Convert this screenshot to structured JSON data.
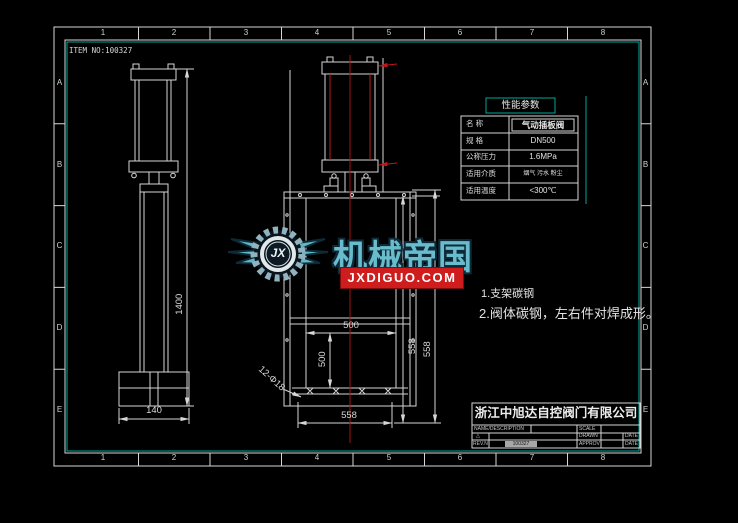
{
  "colors": {
    "background": "#000000",
    "line_white": "#d6d6d6",
    "frame_teal": "#00a79b",
    "centerline_red": "#a31212",
    "watermark_teal": "#69bccb",
    "watermark_red": "#cf1d1d",
    "highlight_gray": "#a8a8a8"
  },
  "sheet": {
    "item_no": "ITEM NO:100327",
    "border": {
      "cols": [
        "1",
        "2",
        "3",
        "4",
        "5",
        "6",
        "7",
        "8"
      ],
      "rows": [
        "A",
        "B",
        "C",
        "D",
        "E"
      ]
    }
  },
  "views": {
    "side": {
      "dim_height": "1400",
      "dim_width": "140"
    },
    "front": {
      "dim_opening_width": "500",
      "dim_opening_height": "500",
      "dim_overall_width": "558",
      "dim_height_1": "558",
      "dim_height_2": "558",
      "dim_bolt_holes": "12-Φ18"
    }
  },
  "spec_table": {
    "title": "性能参数",
    "rows": [
      {
        "label": "名 称",
        "value": "气动插板阀"
      },
      {
        "label": "规 格",
        "value": "DN500"
      },
      {
        "label": "公称压力",
        "value": "1.6MPa"
      },
      {
        "label": "适用介质",
        "value": "烟气 污水 粉尘"
      },
      {
        "label": "适用温度",
        "value": "<300℃"
      }
    ]
  },
  "notes": {
    "line1": "1.支架碳钢",
    "line2": "2.阀体碳钢，左右件对焊成形。"
  },
  "watermark": {
    "brand": "机械帝国",
    "domain": "JXDIGUO.COM",
    "monogram": "JX"
  },
  "title_block": {
    "company": "浙江中旭达自控阀门有限公司",
    "fields": {
      "name_label": "NAME/DESCRIPTION",
      "scale_label": "SCALE",
      "sym1": "△",
      "drawn_label": "DRAWN",
      "date_drawn": "DATE",
      "rev_label": "REV.No.",
      "rev_value": "100327",
      "approved_label": "APPROVED",
      "date_approved": "DATE"
    }
  }
}
